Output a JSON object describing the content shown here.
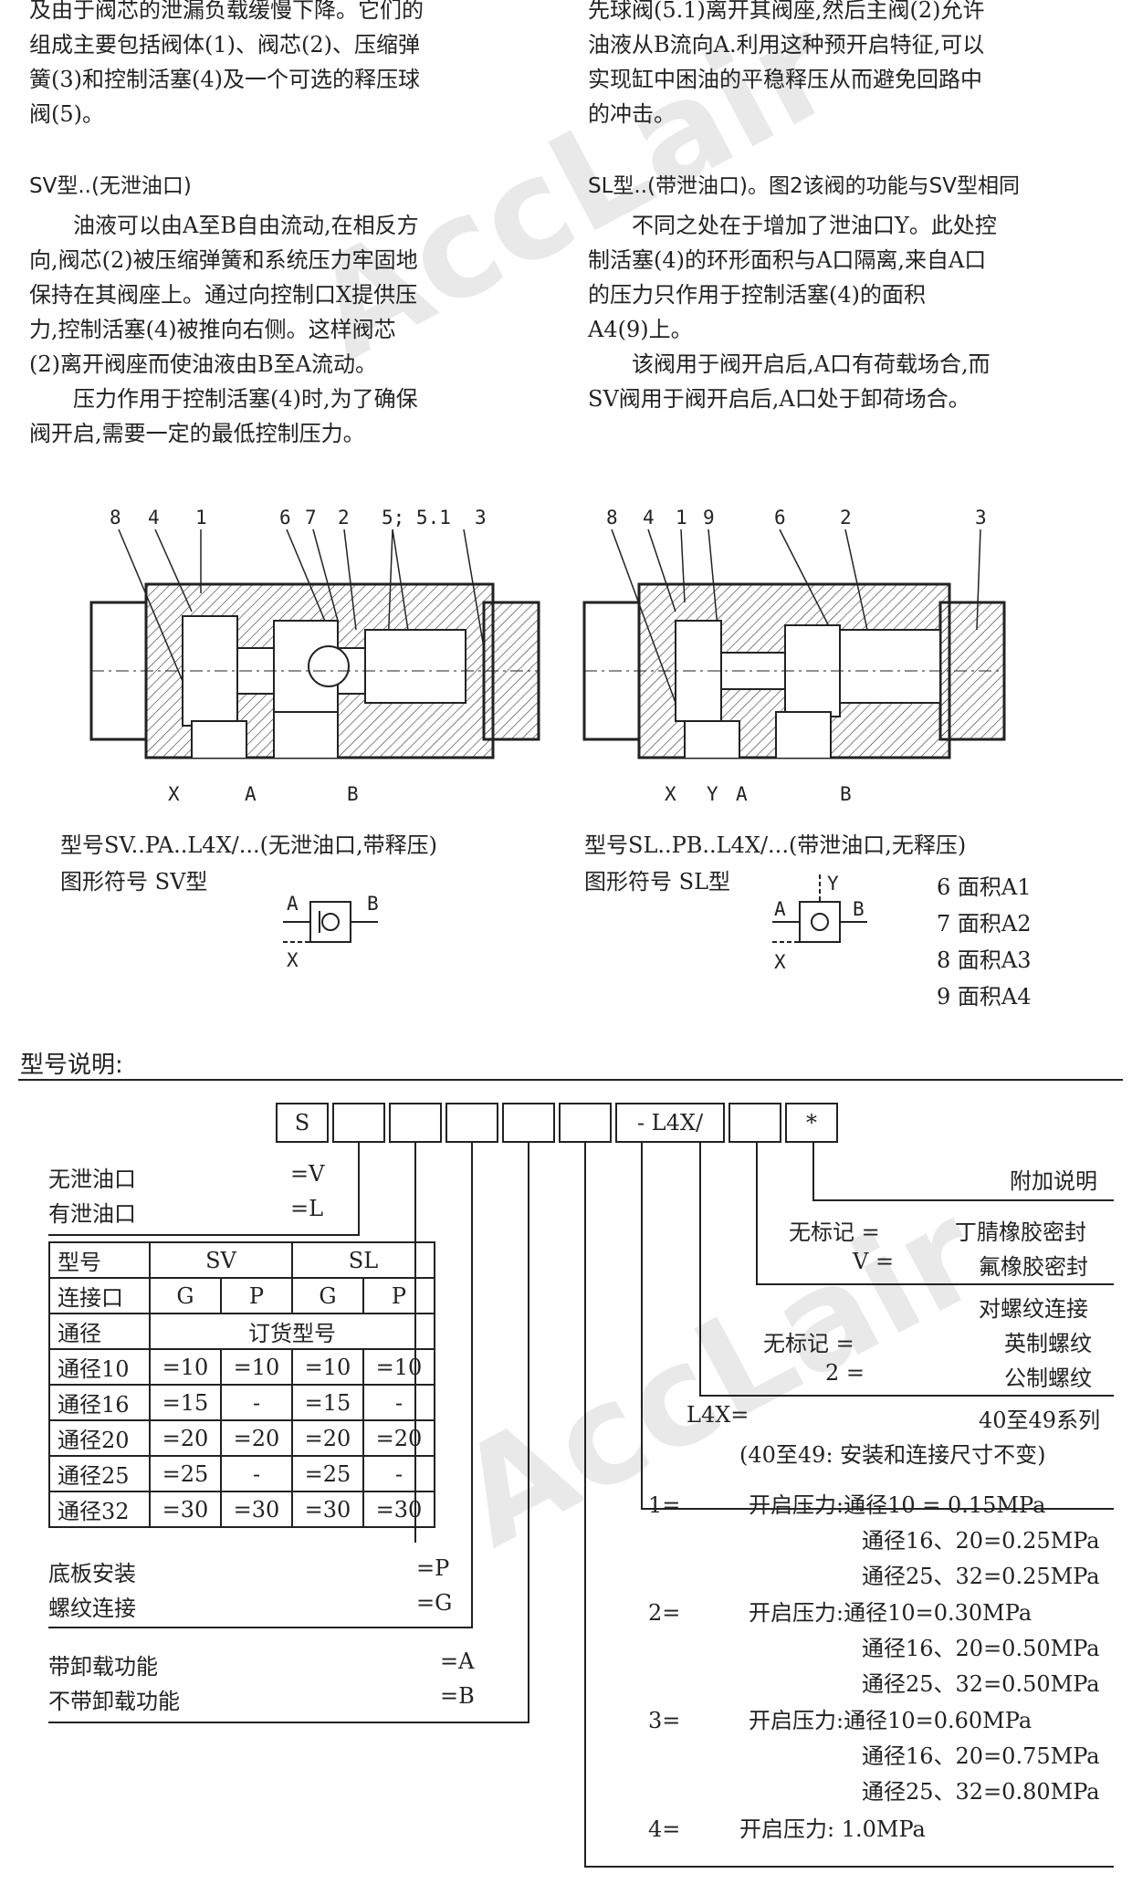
{
  "watermark": "AccLair",
  "top": {
    "left_lines": [
      "及由于阀芯的泄漏负载缓慢下降。它们的",
      "组成主要包括阀体(1)、阀芯(2)、压缩弹",
      "簧(3)和控制活塞(4)及一个可选的释压球",
      "阀(5)。"
    ],
    "right_lines": [
      "先球阀(5.1)离开其阀座,然后主阀(2)允许",
      "油液从B流向A.利用这种预开启特征,可以",
      "实现缸中困油的平稳释压从而避免回路中",
      "的冲击。"
    ]
  },
  "sv": {
    "heading": "SV型..(无泄油口)",
    "lines": [
      "　　油液可以由A至B自由流动,在相反方",
      "向,阀芯(2)被压缩弹簧和系统压力牢固地",
      "保持在其阀座上。通过向控制口X提供压",
      "力,控制活塞(4)被推向右侧。这样阀芯",
      "(2)离开阀座而使油液由B至A流动。",
      "　　压力作用于控制活塞(4)时,为了确保",
      "阀开启,需要一定的最低控制压力。"
    ]
  },
  "sl": {
    "heading": "SL型..(带泄油口)。图2该阀的功能与SV型相同",
    "lines": [
      "　　不同之处在于增加了泄油口Y。此处控",
      "制活塞(4)的环形面积与A口隔离,来自A口",
      "的压力只作用于控制活塞(4)的面积",
      "A4(9)上。",
      "　　该阀用于阀开启后,A口有荷载场合,而",
      "SV阀用于阀开启后,A口处于卸荷场合。"
    ]
  },
  "drawing1": {
    "callouts": [
      "8",
      "4",
      "1",
      "6",
      "7",
      "2",
      "5; 5.1",
      "3"
    ],
    "ports": [
      "X",
      "A",
      "B"
    ],
    "caption": "型号SV..PA..L4X/...(无泄油口,带释压)",
    "symbol_caption": "图形符号 SV型",
    "symbol_labels": [
      "A",
      "B",
      "X"
    ]
  },
  "drawing2": {
    "callouts": [
      "8",
      "4",
      "1",
      "9",
      "6",
      "2",
      "3"
    ],
    "ports": [
      "X",
      "Y",
      "A",
      "B"
    ],
    "caption": "型号SL..PB..L4X/...(带泄油口,无释压)",
    "symbol_caption": "图形符号 SL型",
    "symbol_labels": [
      "Y",
      "A",
      "B",
      "X"
    ],
    "legend": [
      "6  面积A1",
      "7  面积A2",
      "8  面积A3",
      "9  面积A4"
    ]
  },
  "ordering": {
    "title": "型号说明:",
    "boxes": [
      "S",
      "",
      "",
      "",
      "",
      "",
      "- L4X/",
      "",
      "*"
    ],
    "drain": [
      "无泄油口",
      "=V",
      "有泄油口",
      "=L"
    ],
    "table": {
      "rows": [
        [
          "型号",
          "SV",
          "SL"
        ],
        [
          "连接口",
          "G",
          "P",
          "G",
          "P"
        ],
        [
          "通径",
          "订货型号"
        ],
        [
          "通径10",
          "=10",
          "=10",
          "=10",
          "=10"
        ],
        [
          "通径16",
          "=15",
          "-",
          "=15",
          "-"
        ],
        [
          "通径20",
          "=20",
          "=20",
          "=20",
          "=20"
        ],
        [
          "通径25",
          "=25",
          "-",
          "=25",
          "-"
        ],
        [
          "通径32",
          "=30",
          "=30",
          "=30",
          "=30"
        ]
      ]
    },
    "mounting": [
      "底板安装",
      "=P",
      "螺纹连接",
      "=G"
    ],
    "unloading": [
      "带卸载功能",
      "=A",
      "不带卸载功能",
      "=B"
    ],
    "additional": "附加说明",
    "seal": [
      "无标记 =",
      "丁腈橡胶密封",
      "V =",
      "氟橡胶密封"
    ],
    "thread": [
      "对螺纹连接",
      "无标记 =",
      "英制螺纹",
      "2 =",
      "公制螺纹"
    ],
    "series": [
      "L4X=",
      "40至49系列",
      "(40至49: 安装和连接尺寸不变)"
    ],
    "pressure": [
      [
        "1=",
        "开启压力:通径10 = 0.15MPa",
        "通径16、20=0.25MPa",
        "通径25、32=0.25MPa"
      ],
      [
        "2=",
        "开启压力:通径10=0.30MPa",
        "通径16、20=0.50MPa",
        "通径25、32=0.50MPa"
      ],
      [
        "3=",
        "开启压力:通径10=0.60MPa",
        "通径16、20=0.75MPa",
        "通径25、32=0.80MPa"
      ],
      [
        "4=",
        "开启压力: 1.0MPa"
      ]
    ]
  }
}
